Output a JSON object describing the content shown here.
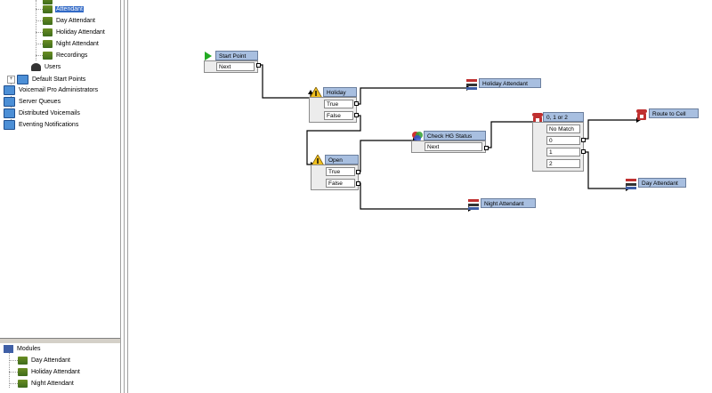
{
  "tree": {
    "items": [
      {
        "label": "",
        "icon": "module-icon"
      },
      {
        "label": "Attendant",
        "icon": "module-icon",
        "selected": true
      },
      {
        "label": "Day Attendant",
        "icon": "module-icon"
      },
      {
        "label": "Holiday Attendant",
        "icon": "module-icon"
      },
      {
        "label": "Night Attendant",
        "icon": "module-icon"
      },
      {
        "label": "Recordings",
        "icon": "module-icon"
      },
      {
        "label": "Users",
        "icon": "users-icon"
      },
      {
        "label": "Default Start Points",
        "icon": "folder-icon",
        "expander": "+"
      },
      {
        "label": "Voicemail Pro Administrators",
        "icon": "folder-icon"
      },
      {
        "label": "Server Queues",
        "icon": "folder-icon"
      },
      {
        "label": "Distributed Voicemails",
        "icon": "folder-icon"
      },
      {
        "label": "Eventing Notifications",
        "icon": "folder-icon"
      }
    ]
  },
  "modules_pane": {
    "items": [
      {
        "label": "Modules",
        "icon": "modules-icon"
      },
      {
        "label": "Day Attendant",
        "icon": "module-icon"
      },
      {
        "label": "Holiday Attendant",
        "icon": "module-icon"
      },
      {
        "label": "Night Attendant",
        "icon": "module-icon"
      }
    ]
  },
  "flow": {
    "start": {
      "title": "Start Point",
      "rows": [
        "Next"
      ]
    },
    "holiday": {
      "title": "Holiday",
      "rows": [
        "True",
        "False"
      ]
    },
    "holiday_attendant": {
      "title": "Holiday Attendant"
    },
    "open": {
      "title": "Open",
      "rows": [
        "True",
        "False"
      ]
    },
    "check_hg": {
      "title": "Check HG Status",
      "rows": [
        "Next"
      ]
    },
    "night_attendant": {
      "title": "Night Attendant"
    },
    "menu": {
      "title": "0, 1 or 2",
      "rows": [
        "No Match",
        "0",
        "1",
        "2"
      ]
    },
    "route_to_cell": {
      "title": "Route to Cell"
    },
    "day_attendant": {
      "title": "Day Attendant"
    }
  },
  "colors": {
    "selection": "#3169c6",
    "node_title": "#a8bfe0",
    "start_icon": "#22aa22",
    "condition_icon": "#f0c020"
  }
}
